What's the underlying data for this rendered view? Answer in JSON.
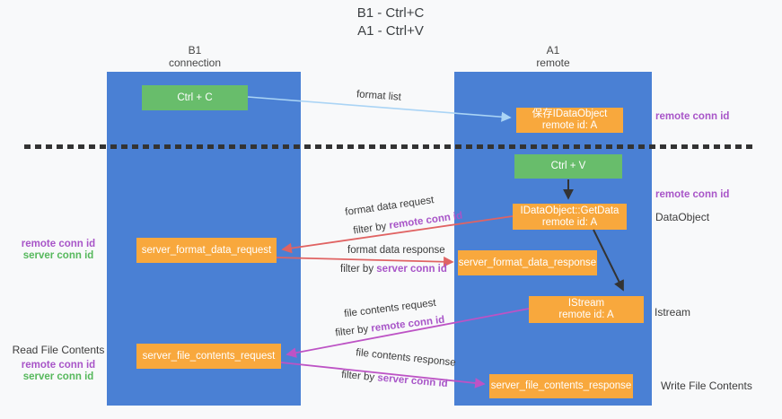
{
  "title": {
    "line1": "B1 - Ctrl+C",
    "line2": "A1 - Ctrl+V"
  },
  "columns": {
    "left": {
      "name": "B1",
      "subtitle": "connection"
    },
    "right": {
      "name": "A1",
      "subtitle": "remote"
    }
  },
  "boxes": {
    "ctrl_c": {
      "label": "Ctrl + C"
    },
    "save_idataobject": {
      "line1": "保存IDataObject",
      "line2": "remote id: A"
    },
    "ctrl_v": {
      "label": "Ctrl + V"
    },
    "getdata": {
      "line1": "IDataObject::GetData",
      "line2": "remote id: A"
    },
    "format_request": {
      "label": "server_format_data_request"
    },
    "format_response": {
      "label": "server_format_data_response"
    },
    "istream": {
      "line1": "IStream",
      "line2": "remote id: A"
    },
    "file_request": {
      "label": "server_file_contents_request"
    },
    "file_response": {
      "label": "server_file_contents_response"
    }
  },
  "flows": {
    "format_list": {
      "label": "format list"
    },
    "format_request": {
      "label": "format data request",
      "filter_prefix": "filter by",
      "filter_key": "remote conn id"
    },
    "format_response": {
      "label": "format data response",
      "filter_prefix": "filter by",
      "filter_key": "server conn id"
    },
    "file_request": {
      "label": "file contents request",
      "filter_prefix": "filter by",
      "filter_key": "remote conn id"
    },
    "file_response": {
      "label": "file contents response",
      "filter_prefix": "filter by",
      "filter_key": "server conn id"
    }
  },
  "side_labels": {
    "right_top_conn": "remote conn id",
    "right_mid_conn": "remote conn id",
    "dataobject": "DataObject",
    "istream": "Istream",
    "write_file": "Write File Contents",
    "left_remote": "remote conn id",
    "left_server": "server conn id",
    "read_file": "Read File Contents",
    "read_remote": "remote conn id",
    "read_server": "server conn id"
  },
  "colors": {
    "column_blue": "#4a80d4",
    "box_green": "#68bd6b",
    "box_orange": "#f8a83d",
    "arrow_light_blue": "#aad4f5",
    "arrow_red": "#e06363",
    "arrow_magenta": "#bd53c5",
    "arrow_black": "#333333",
    "conn_id_purple": "#a855c8",
    "conn_id_green": "#56b85c"
  }
}
